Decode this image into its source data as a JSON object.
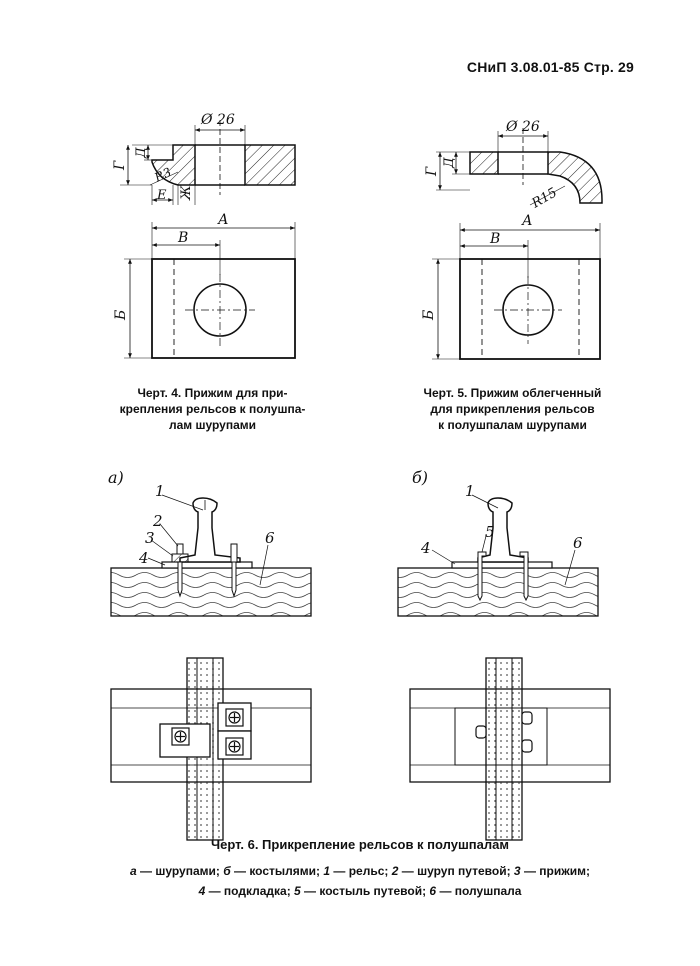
{
  "header": {
    "doc": "СНиП 3.08.01-85 Стр. 29"
  },
  "fig4": {
    "diameter": "Ø 26",
    "dims": {
      "A": "А",
      "B": "В",
      "G": "Г",
      "D": "Д",
      "R": "R3",
      "E": "Е",
      "Zh": "Ж",
      "Bv": "Б"
    },
    "caption": [
      "Черт. 4. Прижим для при-",
      "крепления рельсов к полушпа-",
      "лам шурупами"
    ]
  },
  "fig5": {
    "diameter": "Ø 26",
    "dims": {
      "A": "А",
      "B": "В",
      "G": "Г",
      "D": "Д",
      "R": "R15",
      "Bv": "Б"
    },
    "caption": [
      "Черт. 5. Прижим облегченный",
      "для прикрепления рельсов",
      "к полушпалам шурупами"
    ]
  },
  "fig6": {
    "labels": {
      "a": "а)",
      "b": "б)",
      "n1": "1",
      "n2": "2",
      "n3": "3",
      "n4": "4",
      "n5": "5",
      "n6": "6"
    },
    "caption": "Черт. 6. Прикрепление рельсов к полушпалам",
    "legend": [
      {
        "k": "а",
        "t": " — шурупами; "
      },
      {
        "k": "б",
        "t": " — костылями; "
      },
      {
        "k": "1",
        "t": " — рельс; "
      },
      {
        "k": "2",
        "t": " — шуруп путевой; "
      },
      {
        "k": "3",
        "t": " — прижим;"
      },
      {
        "k": "4",
        "t": " — подкладка; "
      },
      {
        "k": "5",
        "t": " — костыль путевой; "
      },
      {
        "k": "6",
        "t": " — полушпала"
      }
    ]
  }
}
